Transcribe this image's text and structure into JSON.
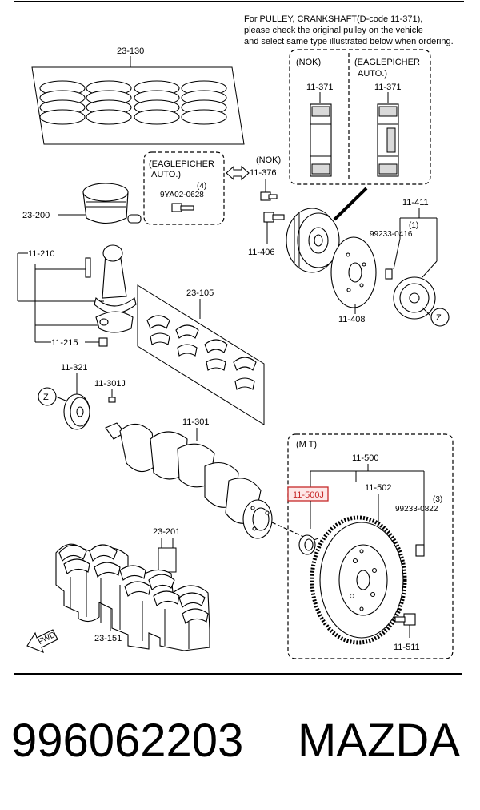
{
  "diagram": {
    "note": {
      "line1": "For PULLEY, CRANKSHAFT(D-code 11-371),",
      "line2": "please check the original pulley on the vehicle",
      "line3": "and select same type illustrated below when ordering."
    },
    "pulley_box": {
      "nok_label": "(NOK)",
      "eaglepicher_label_1": "(EAGLEPICHER",
      "eaglepicher_label_2": "AUTO.)",
      "part_left": "11-371",
      "part_right": "11-371"
    },
    "bolt_box": {
      "title_1": "(EAGLEPICHER",
      "title_2": "AUTO.)",
      "qty": "(4)",
      "part": "9YA02-0628"
    },
    "mt_box": {
      "title": "(M T)",
      "labels": {
        "p11_500": "11-500",
        "p11_500j": "11-500J",
        "p11_502": "11-502",
        "qty3": "(3)",
        "p99233_0822": "99233-0822",
        "p11_511": "11-511"
      }
    },
    "labels": {
      "p23_130": "23-130",
      "p23_200": "23-200",
      "p11_210": "11-210",
      "p11_215": "11-215",
      "p23_105": "23-105",
      "p11_321": "11-321",
      "p11_301j": "11-301J",
      "p11_301": "11-301",
      "p23_201": "23-201",
      "p23_151": "23-151",
      "nok": "(NOK)",
      "p11_376": "11-376",
      "p11_406": "11-406",
      "p11_408": "11-408",
      "p11_411": "11-411",
      "qty1": "(1)",
      "p99233_0416": "99233-0416",
      "z1": "Z",
      "z2": "Z",
      "fwd": "FWD"
    }
  },
  "footer": {
    "part_number": "996062203",
    "brand": "MAZDA"
  },
  "colors": {
    "highlight": "#c62828"
  }
}
